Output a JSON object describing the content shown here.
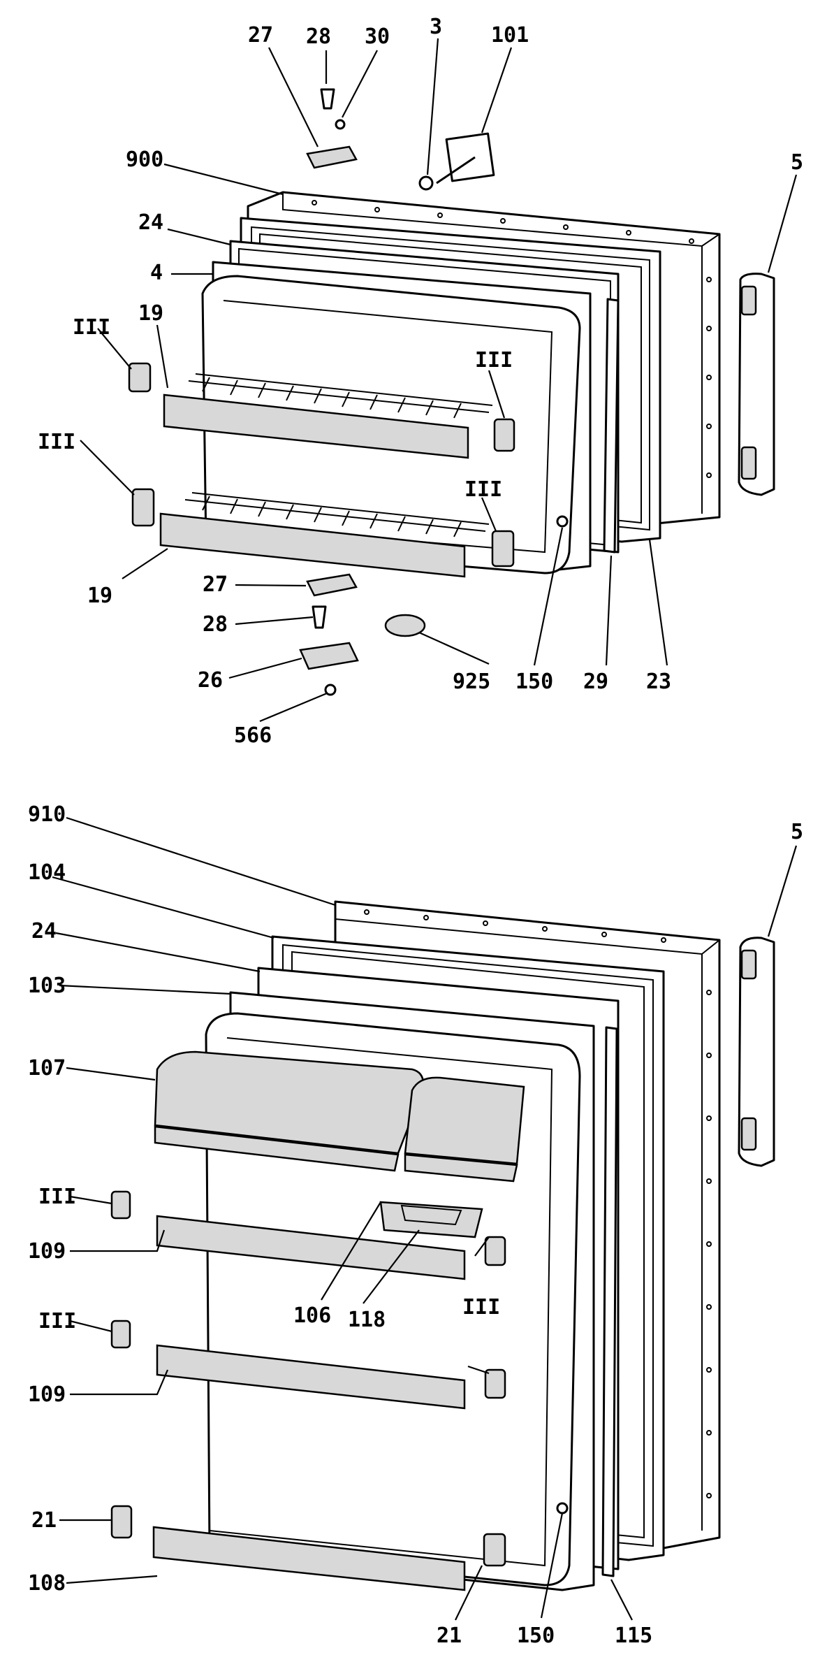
{
  "diagram": {
    "top_door_labels": {
      "l27a": "27",
      "l28a": "28",
      "l30": "30",
      "l3": "3",
      "l101": "101",
      "l900": "900",
      "l5a": "5",
      "l24a": "24",
      "l4": "4",
      "l111a": "III",
      "l19a": "19",
      "l111b": "III",
      "l111c": "III",
      "l111d": "III",
      "l19b": "19",
      "l27b": "27",
      "l28b": "28",
      "l26": "26",
      "l566": "566",
      "l925": "925",
      "l150a": "150",
      "l29": "29",
      "l23": "23"
    },
    "bottom_door_labels": {
      "l910": "910",
      "l5b": "5",
      "l104": "104",
      "l24b": "24",
      "l103": "103",
      "l107": "107",
      "l111e": "III",
      "l109a": "109",
      "l106": "106",
      "l118": "118",
      "l111f": "III",
      "l111g": "III",
      "l109b": "109",
      "l21a": "21",
      "l108": "108",
      "l21b": "21",
      "l150b": "150",
      "l115": "115"
    }
  }
}
